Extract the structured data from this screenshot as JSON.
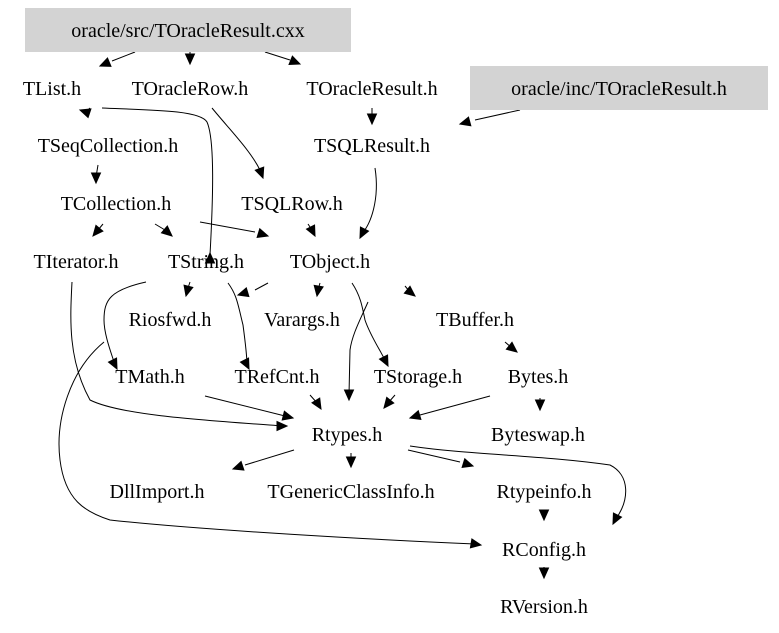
{
  "graph": {
    "type": "include-dependency-graph",
    "nodes": [
      {
        "id": "src",
        "label": "oracle/src/TOracleResult.cxx",
        "highlighted": true
      },
      {
        "id": "inc",
        "label": "oracle/inc/TOracleResult.h",
        "highlighted": true
      },
      {
        "id": "tlist",
        "label": "TList.h"
      },
      {
        "id": "toraclerow",
        "label": "TOracleRow.h"
      },
      {
        "id": "toracleresult",
        "label": "TOracleResult.h"
      },
      {
        "id": "tseqcollection",
        "label": "TSeqCollection.h"
      },
      {
        "id": "tsqlresult",
        "label": "TSQLResult.h"
      },
      {
        "id": "tcollection",
        "label": "TCollection.h"
      },
      {
        "id": "tsqlrow",
        "label": "TSQLRow.h"
      },
      {
        "id": "titerator",
        "label": "TIterator.h"
      },
      {
        "id": "tstring",
        "label": "TString.h"
      },
      {
        "id": "tobject",
        "label": "TObject.h"
      },
      {
        "id": "riosfwd",
        "label": "Riosfwd.h"
      },
      {
        "id": "varargs",
        "label": "Varargs.h"
      },
      {
        "id": "tbuffer",
        "label": "TBuffer.h"
      },
      {
        "id": "tmath",
        "label": "TMath.h"
      },
      {
        "id": "trefcnt",
        "label": "TRefCnt.h"
      },
      {
        "id": "tstorage",
        "label": "TStorage.h"
      },
      {
        "id": "bytes",
        "label": "Bytes.h"
      },
      {
        "id": "rtypes",
        "label": "Rtypes.h"
      },
      {
        "id": "byteswap",
        "label": "Byteswap.h"
      },
      {
        "id": "dllimport",
        "label": "DllImport.h"
      },
      {
        "id": "tgenericclassinfo",
        "label": "TGenericClassInfo.h"
      },
      {
        "id": "rtypeinfo",
        "label": "Rtypeinfo.h"
      },
      {
        "id": "rconfig",
        "label": "RConfig.h"
      },
      {
        "id": "rversion",
        "label": "RVersion.h"
      }
    ],
    "edges": [
      [
        "src",
        "tlist"
      ],
      [
        "src",
        "toraclerow"
      ],
      [
        "src",
        "toracleresult"
      ],
      [
        "inc",
        "tsqlresult"
      ],
      [
        "tlist",
        "tseqcollection"
      ],
      [
        "tlist",
        "tstring"
      ],
      [
        "toraclerow",
        "tsqlrow"
      ],
      [
        "toracleresult",
        "tsqlresult"
      ],
      [
        "tseqcollection",
        "tcollection"
      ],
      [
        "tsqlresult",
        "tobject"
      ],
      [
        "tcollection",
        "titerator"
      ],
      [
        "tcollection",
        "tstring"
      ],
      [
        "tcollection",
        "tobject"
      ],
      [
        "tsqlrow",
        "tobject"
      ],
      [
        "titerator",
        "rtypes"
      ],
      [
        "tstring",
        "riosfwd"
      ],
      [
        "tstring",
        "tmath"
      ],
      [
        "tstring",
        "trefcnt"
      ],
      [
        "tstring",
        "varargs"
      ],
      [
        "tobject",
        "varargs"
      ],
      [
        "tobject",
        "tstorage"
      ],
      [
        "tobject",
        "rtypes"
      ],
      [
        "tobject",
        "tbuffer"
      ],
      [
        "tobject",
        "riosfwd"
      ],
      [
        "tbuffer",
        "bytes"
      ],
      [
        "tmath",
        "rtypes"
      ],
      [
        "trefcnt",
        "rtypes"
      ],
      [
        "tstorage",
        "rtypes"
      ],
      [
        "bytes",
        "rtypes"
      ],
      [
        "bytes",
        "byteswap"
      ],
      [
        "rtypes",
        "dllimport"
      ],
      [
        "rtypes",
        "tgenericclassinfo"
      ],
      [
        "rtypes",
        "rtypeinfo"
      ],
      [
        "rtypes",
        "rconfig"
      ],
      [
        "riosfwd",
        "rconfig"
      ],
      [
        "rtypeinfo",
        "rconfig"
      ],
      [
        "rconfig",
        "rversion"
      ]
    ]
  }
}
